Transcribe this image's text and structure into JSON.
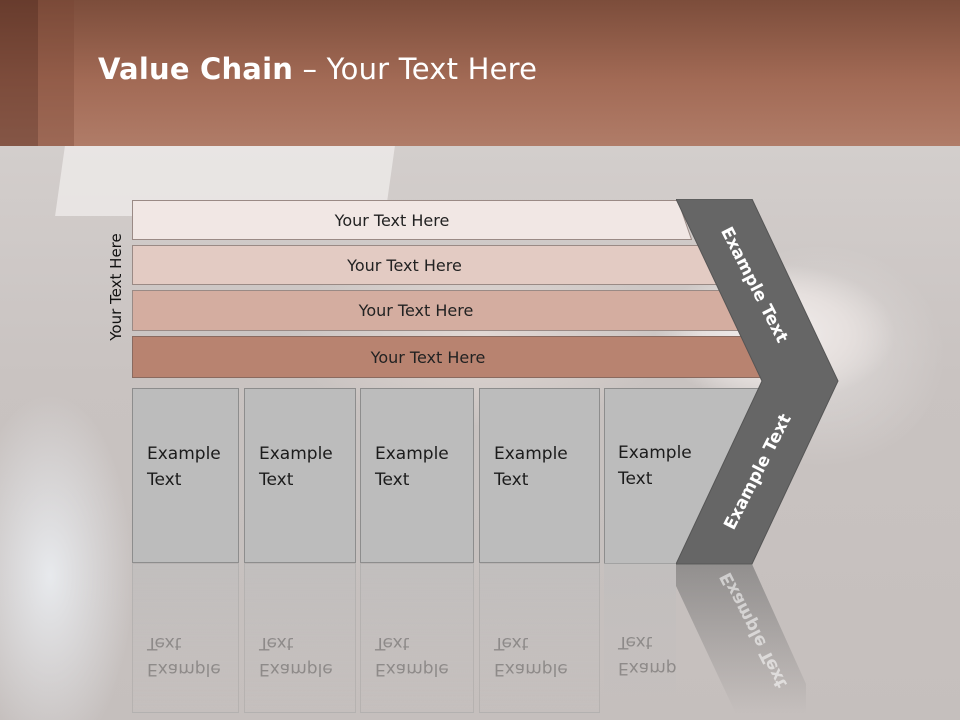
{
  "title": {
    "bold": "Value Chain",
    "rest": " – Your Text Here"
  },
  "side_label": "Your Text Here",
  "bars": [
    {
      "label": "Your Text Here",
      "color": "#f1e7e4"
    },
    {
      "label": "Your Text Here",
      "color": "#e3cbc3"
    },
    {
      "label": "Your Text Here",
      "color": "#d4ada0"
    },
    {
      "label": "Your Text Here",
      "color": "#b88370"
    }
  ],
  "cells": [
    {
      "label": "Example Text"
    },
    {
      "label": "Example Text"
    },
    {
      "label": "Example Text"
    },
    {
      "label": "Example Text"
    },
    {
      "label": "Example Text"
    }
  ],
  "chevron": {
    "upper": "Example Text",
    "lower": "Example Text",
    "color": "#666666"
  },
  "colors": {
    "header": "#a26a55",
    "cell": "#bcbcbc"
  }
}
